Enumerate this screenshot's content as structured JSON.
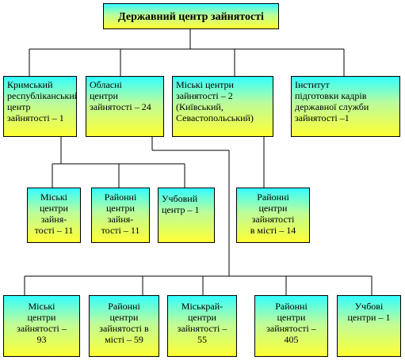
{
  "diagram": {
    "root": "Державний центр зайнятості",
    "level1": {
      "crimea": "Кримський\nреспубліканський центр\nзайнятості – 1",
      "oblast": "Обласні\nцентри\nзайнятості – 24",
      "city": "Міські центри\nзайнятості – 2\n(Київський,\nСевастопольський)",
      "institute": "Інститут\nпідготовки кадрів\nдержавної служби\nзайнятості –1"
    },
    "crimea_children": {
      "city_centers": "Міські\nцентри\nзайня-\nтості – 11",
      "district_centers": "Районні\nцентри\nзайня-\nтості – 11",
      "training_center": "Учбовий\nцентр – 1"
    },
    "city_children": {
      "district_in_city": "Районні\nцентри\nзайнятості\nв місті – 14"
    },
    "oblast_children": {
      "city_centers": "Міські\nцентри\nзайнятості –\n93",
      "district_in_city": "Районні\nцентри\nзайнятості в\nмісті – 59",
      "city_district": "Міськрай-\nцентри\nзайнятості –\n55",
      "district_centers": "Районні\nцентри\nзайнятості –\n405",
      "training_centers": "Учбові\nцентри – 1"
    }
  }
}
